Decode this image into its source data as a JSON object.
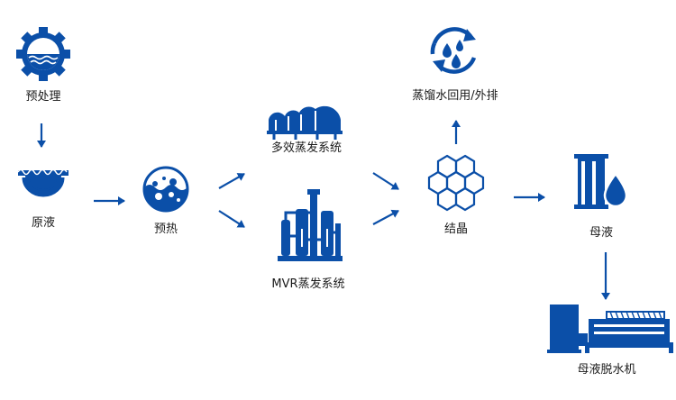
{
  "colors": {
    "primary": "#0b4fa8",
    "text": "#1a1a1a"
  },
  "nodes": {
    "pretreatment": {
      "label": "预处理",
      "icon": "gear-water-icon"
    },
    "raw_liquid": {
      "label": "原液",
      "icon": "basin-icon"
    },
    "preheat": {
      "label": "预热",
      "icon": "bubbling-vessel-icon"
    },
    "multi_effect": {
      "label": "多效蒸发系统",
      "icon": "multi-dome-evaporator-icon"
    },
    "mvr": {
      "label": "MVR蒸发系统",
      "icon": "mvr-plant-icon"
    },
    "crystallization": {
      "label": "结晶",
      "icon": "hexagon-crystal-icon"
    },
    "distillate": {
      "label": "蒸馏水回用/外排",
      "icon": "water-recycle-icon"
    },
    "mother_liquor": {
      "label": "母液",
      "icon": "tank-drop-icon"
    },
    "dewatering": {
      "label": "母液脱水机",
      "icon": "dewatering-machine-icon"
    }
  }
}
